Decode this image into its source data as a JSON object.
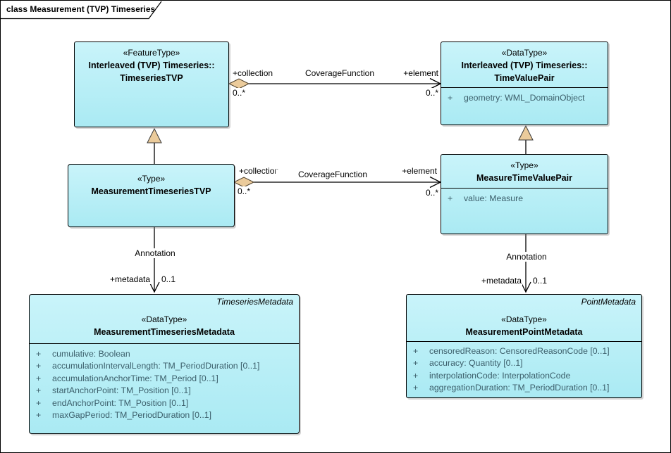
{
  "frame": {
    "title": "class Measurement (TVP) Timeseries"
  },
  "colors": {
    "box_fill_top": "#c9f4fa",
    "box_fill_bottom": "#aaeaf3",
    "box_border": "#000000",
    "connector": "#000000",
    "diamond_fill": "#ebcb9b",
    "attribute_text": "#3c5f6b"
  },
  "classes": {
    "timeseries_tvp": {
      "stereotype": "«FeatureType»",
      "scope": "Interleaved (TVP) Timeseries::",
      "name": "TimeseriesTVP"
    },
    "time_value_pair": {
      "stereotype": "«DataType»",
      "scope": "Interleaved (TVP) Timeseries::",
      "name": "TimeValuePair",
      "attributes": [
        {
          "visibility": "+",
          "text": "geometry: WML_DomainObject"
        }
      ]
    },
    "measurement_timeseries_tvp": {
      "stereotype": "«Type»",
      "name": "MeasurementTimeseriesTVP"
    },
    "measure_time_value_pair": {
      "stereotype": "«Type»",
      "name": "MeasureTimeValuePair",
      "attributes": [
        {
          "visibility": "+",
          "text": "value: Measure"
        }
      ]
    },
    "measurement_timeseries_metadata": {
      "corner_label": "TimeseriesMetadata",
      "stereotype": "«DataType»",
      "name": "MeasurementTimeseriesMetadata",
      "attributes": [
        {
          "visibility": "+",
          "text": "cumulative: Boolean"
        },
        {
          "visibility": "+",
          "text": "accumulationIntervalLength: TM_PeriodDuration [0..1]"
        },
        {
          "visibility": "+",
          "text": "accumulationAnchorTime: TM_Period [0..1]"
        },
        {
          "visibility": "+",
          "text": "startAnchorPoint: TM_Position [0..1]"
        },
        {
          "visibility": "+",
          "text": "endAnchorPoint: TM_Position [0..1]"
        },
        {
          "visibility": "+",
          "text": "maxGapPeriod: TM_PeriodDuration [0..1]"
        }
      ]
    },
    "measurement_point_metadata": {
      "corner_label": "PointMetadata",
      "stereotype": "«DataType»",
      "name": "MeasurementPointMetadata",
      "attributes": [
        {
          "visibility": "+",
          "text": "censoredReason: CensoredReasonCode [0..1]"
        },
        {
          "visibility": "+",
          "text": "accuracy: Quantity [0..1]"
        },
        {
          "visibility": "+",
          "text": "interpolationCode: InterpolationCode"
        },
        {
          "visibility": "+",
          "text": "aggregationDuration: TM_PeriodDuration [0..1]"
        }
      ]
    }
  },
  "connectors": {
    "coverage_function_top": {
      "name": "CoverageFunction",
      "source_role": "+collection",
      "source_cardinality": "0..*",
      "target_role": "+element",
      "target_cardinality": "0..*"
    },
    "coverage_function_middle": {
      "name": "CoverageFunction",
      "source_role": "+collection",
      "source_cardinality": "0..*",
      "target_role": "+element",
      "target_cardinality": "0..*"
    },
    "annotation_left": {
      "name": "Annotation",
      "target_role": "+metadata",
      "target_cardinality": "0..1"
    },
    "annotation_right": {
      "name": "Annotation",
      "target_role": "+metadata",
      "target_cardinality": "0..1"
    }
  }
}
